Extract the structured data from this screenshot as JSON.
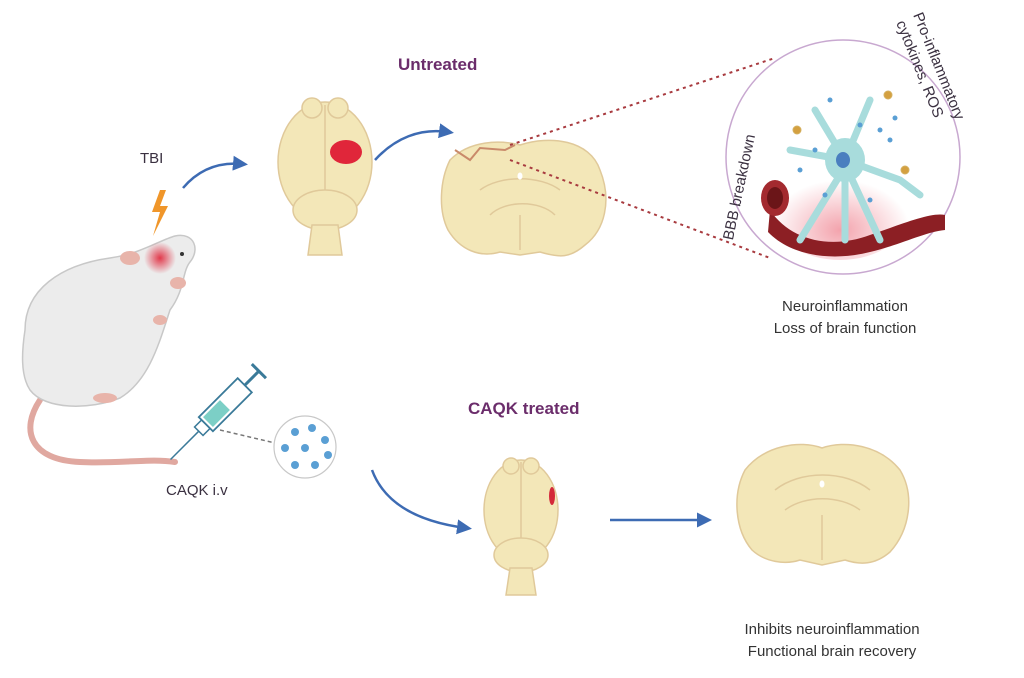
{
  "labels": {
    "tbi": "TBI",
    "untreated": "Untreated",
    "caqk_treated": "CAQK treated",
    "caqk_iv": "CAQK i.v",
    "bbb_breakdown": "BBB breakdown",
    "cytokines_line1": "Pro-inflammatory",
    "cytokines_line2": "cytokines, ROS"
  },
  "outcomes": {
    "untreated": [
      "Neuroinflammation",
      "Loss of brain function"
    ],
    "treated": [
      "Inhibits neuroinflammation",
      "Functional brain recovery"
    ]
  },
  "colors": {
    "heading": "#6b2d6b",
    "arrow": "#3d6bb3",
    "brain": "#f3e7b8",
    "brain_outline": "#e0c99a",
    "lesion": "#e0263a",
    "divider": "#b0303a",
    "vessel": "#8c1f24",
    "neuron": "#a8dcdc",
    "dots": "#5a9fd4"
  }
}
